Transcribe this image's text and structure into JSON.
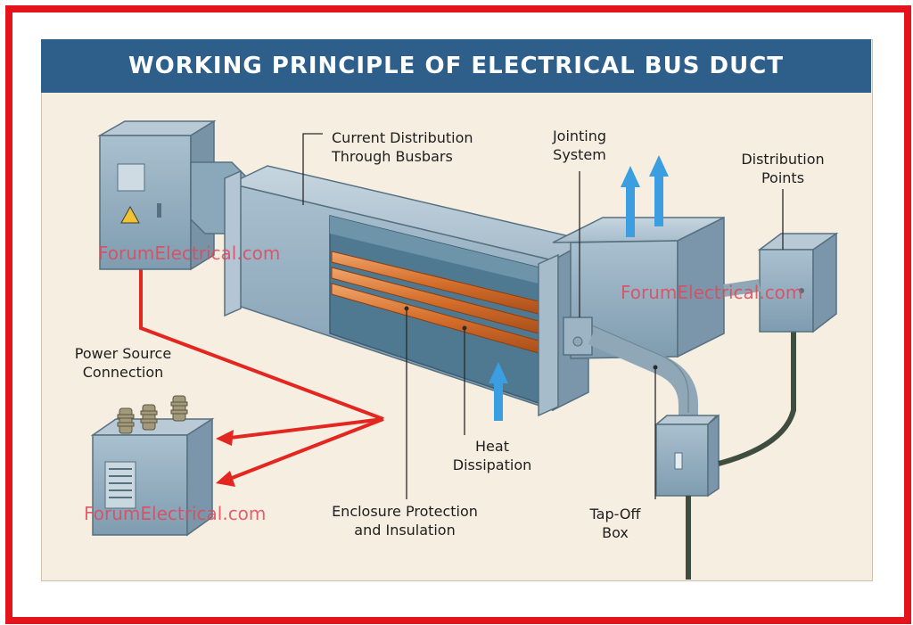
{
  "title": "WORKING PRINCIPLE OF ELECTRICAL BUS DUCT",
  "labels": {
    "current_distribution": [
      "Current Distribution",
      "Through Busbars"
    ],
    "jointing_system": [
      "Jointing",
      "System"
    ],
    "distribution_points": [
      "Distribution",
      "Points"
    ],
    "power_source": [
      "Power Source",
      "Connection"
    ],
    "heat_dissipation": [
      "Heat",
      "Dissipation"
    ],
    "enclosure": [
      "Enclosure Protection",
      "and Insulation"
    ],
    "tap_off": [
      "Tap-Off",
      "Box"
    ]
  },
  "watermark": "ForumElectrical.com",
  "colors": {
    "frame": "#e3141b",
    "title_bar": "#2d5f8a",
    "background": "#f6eee1",
    "duct": "#9ab3c4",
    "busbar": "#d9742f",
    "arrow_heat": "#3b9ee0",
    "arrow_power": "#e3261f",
    "watermark": "#e0485a"
  }
}
